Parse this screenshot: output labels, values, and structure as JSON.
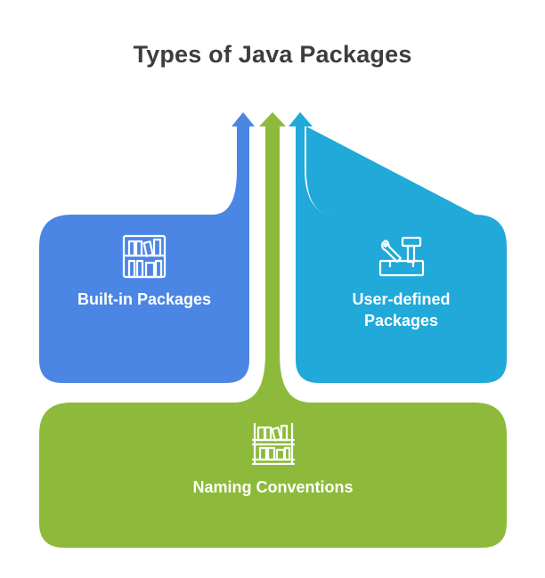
{
  "title": "Types of Java Packages",
  "colors": {
    "blue": "#4B86E5",
    "cyan": "#20A9D9",
    "green": "#8DBA3B",
    "title": "#3d3d3d"
  },
  "blocks": [
    {
      "label": "Built-in Packages",
      "icon": "bookshelf-icon"
    },
    {
      "label": "User-defined\nPackages",
      "icon": "toolbox-icon"
    },
    {
      "label": "Naming Conventions",
      "icon": "shelf-icon"
    }
  ]
}
